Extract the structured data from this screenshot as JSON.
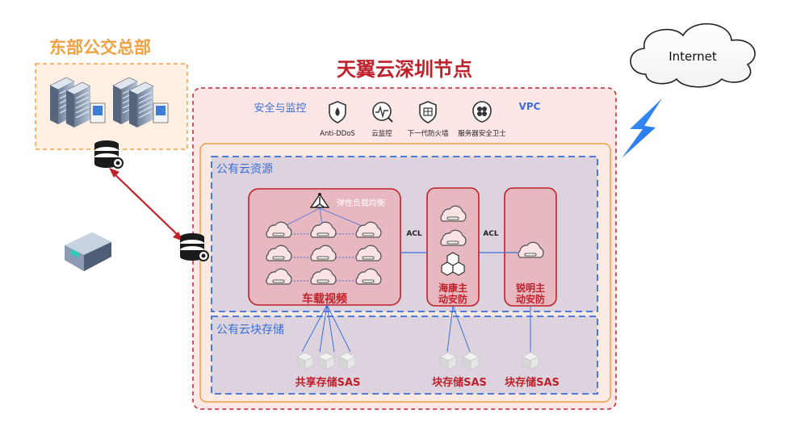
{
  "hq": {
    "title": "东部公交总部"
  },
  "node": {
    "title": "天翼云深圳节点"
  },
  "internet": {
    "label": "Internet"
  },
  "security": {
    "title": "安全与监控",
    "vpc": "VPC",
    "items": [
      {
        "label": "Anti-DDoS",
        "icon": "shield-drop-icon"
      },
      {
        "label": "云监控",
        "icon": "monitor-pulse-icon"
      },
      {
        "label": "下一代防火墙",
        "icon": "firewall-shield-icon"
      },
      {
        "label": "服务器安全卫士",
        "icon": "server-guard-icon"
      }
    ]
  },
  "public_cloud": {
    "title": "公有云资源",
    "lb_label": "弹性负载均衡",
    "vehicle_video": "车载视频",
    "acl_left": "ACL",
    "acl_right": "ACL",
    "hikvision": "海康主动安防",
    "ruiming": "锐明主动安防"
  },
  "block_storage": {
    "title": "公有云块存储",
    "shared": "共享存储SAS",
    "block1": "块存储SAS",
    "block2": "块存储SAS"
  },
  "colors": {
    "orange": "#f0a040",
    "red": "#c0202a",
    "blue": "#3a6fd8",
    "pink_bg": "#fde6e6"
  }
}
